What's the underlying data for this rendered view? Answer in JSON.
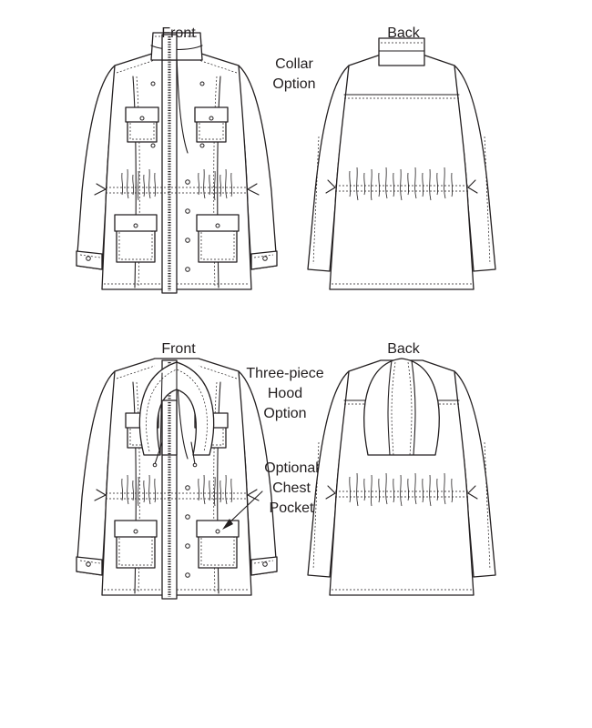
{
  "labels": {
    "top_front": "Front",
    "top_back": "Back",
    "collar_option": [
      "Collar",
      "Option"
    ],
    "bottom_front": "Front",
    "bottom_back": "Back",
    "hood_option": [
      "Three-piece",
      "Hood",
      "Option"
    ],
    "chest_pocket": [
      "Optional",
      "Chest",
      "Pocket"
    ]
  },
  "colors": {
    "line": "#231f20",
    "background": "#ffffff"
  }
}
